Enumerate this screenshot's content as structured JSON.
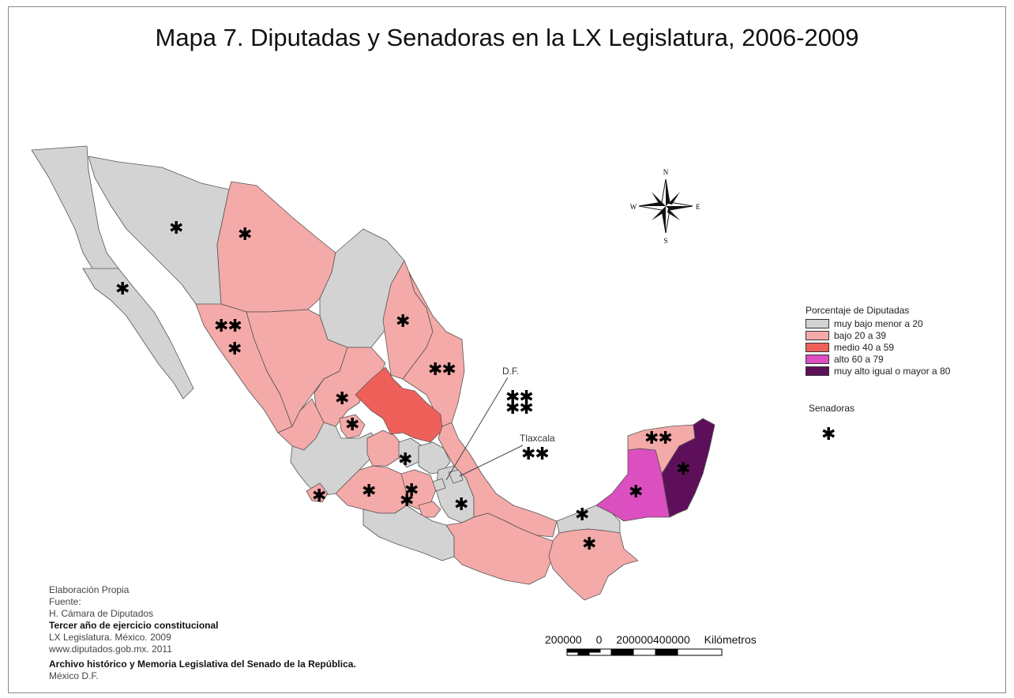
{
  "title": "Mapa 7. Diputadas y Senadoras en la LX Legislatura, 2006-2009",
  "colors": {
    "muy_bajo": "#d3d3d3",
    "bajo": "#f4aaa8",
    "medio": "#f0605a",
    "alto": "#dc4fc0",
    "muy_alto": "#5e0f5a"
  },
  "legend": {
    "title": "Porcentaje de Diputadas",
    "items": [
      {
        "label": "muy bajo menor a 20",
        "color": "#d3d3d3"
      },
      {
        "label": "bajo 20 a 39",
        "color": "#f4aaa8"
      },
      {
        "label": "medio 40 a 59",
        "color": "#f0605a"
      },
      {
        "label": "alto  60 a 79",
        "color": "#dc4fc0"
      },
      {
        "label": "muy alto igual o mayor a 80",
        "color": "#5e0f5a"
      }
    ]
  },
  "senadoras": {
    "label": "Senadoras",
    "symbol": "✱"
  },
  "compass": {
    "n": "N",
    "s": "S",
    "e": "E",
    "w": "W"
  },
  "callouts": {
    "df": "D.F.",
    "tlaxcala": "Tlaxcala"
  },
  "scale": {
    "labels": [
      "200000",
      "0",
      "200000400000"
    ],
    "unit": "Kilómetros"
  },
  "source": {
    "line1": "Elaboración Propia",
    "line2": "Fuente:",
    "line3": "H. Cámara de Diputados",
    "line4": "Tercer año de ejercicio constitucional",
    "line5": "LX Legislatura. México. 2009",
    "line6": "www.diputados.gob.mx. 2011",
    "line7": "Archivo histórico y Memoria Legislativa del Senado de la República.",
    "line8": "México D.F."
  },
  "state_markers": {
    "sonora": "✱",
    "baja_california_sur": "✱",
    "chihuahua": "✱",
    "sinaloa_a": "✱✱",
    "sinaloa_b": "✱",
    "nuevo_leon": "✱",
    "tamaulipas": "✱✱",
    "zacatecas": "✱",
    "aguascalientes": "✱",
    "df_a": "✱✱",
    "df_b": "✱✱",
    "tlaxcala": "✱✱",
    "queretaro": "✱",
    "colima": "✱",
    "michoacan": "✱",
    "mexico_a": "✱",
    "mexico_b": "✱",
    "puebla": "✱",
    "yucatan": "✱✱",
    "quintana_roo": "✱",
    "campeche": "✱",
    "tabasco": "✱",
    "chiapas": "✱"
  }
}
